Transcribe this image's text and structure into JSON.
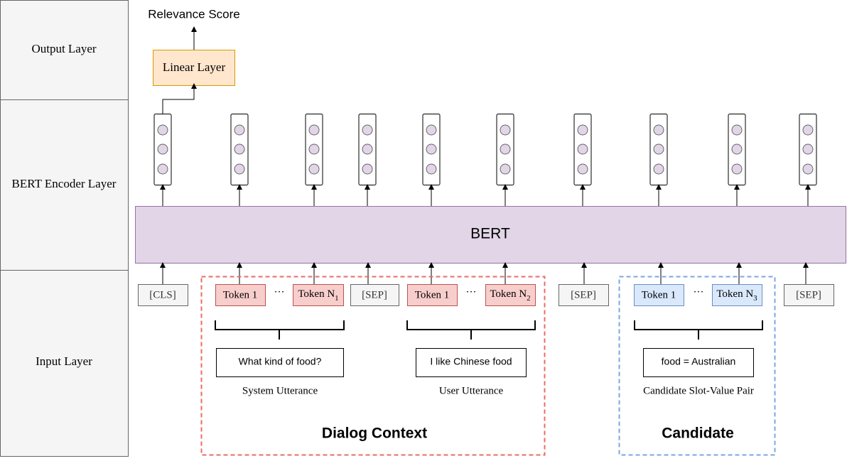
{
  "layers": {
    "output": "Output Layer",
    "encoder": "BERT Encoder Layer",
    "input": "Input Layer"
  },
  "output": {
    "relevance_score": "Relevance Score",
    "linear_layer": "Linear Layer"
  },
  "bert": "BERT",
  "tokens": {
    "cls": "[CLS]",
    "sep": "[SEP]",
    "token1": "Token 1",
    "tokenN": "Token N",
    "ellipsis": "···",
    "sub1": "1",
    "sub2": "2",
    "sub3": "3"
  },
  "utterances": {
    "system_text": "What kind of food?",
    "system_label": "System Utterance",
    "user_text": "I like Chinese food",
    "user_label": "User Utterance",
    "candidate_text": "food = Australian",
    "candidate_label": "Candidate Slot-Value Pair"
  },
  "groups": {
    "dialog_context": "Dialog Context",
    "candidate": "Candidate"
  },
  "colors": {
    "layer_bg": "#f5f5f5",
    "bert_fill": "#e1d5e7",
    "bert_stroke": "#9673a6",
    "linear_fill": "#ffe6cc",
    "linear_stroke": "#d79b00",
    "red_token_fill": "#f8cecc",
    "red_token_stroke": "#b85450",
    "blue_token_fill": "#dae8fc",
    "blue_token_stroke": "#6c8ebf",
    "dialog_border": "#ea6b66",
    "candidate_border": "#7ea6e0",
    "circle_fill": "#e1d5e7"
  }
}
